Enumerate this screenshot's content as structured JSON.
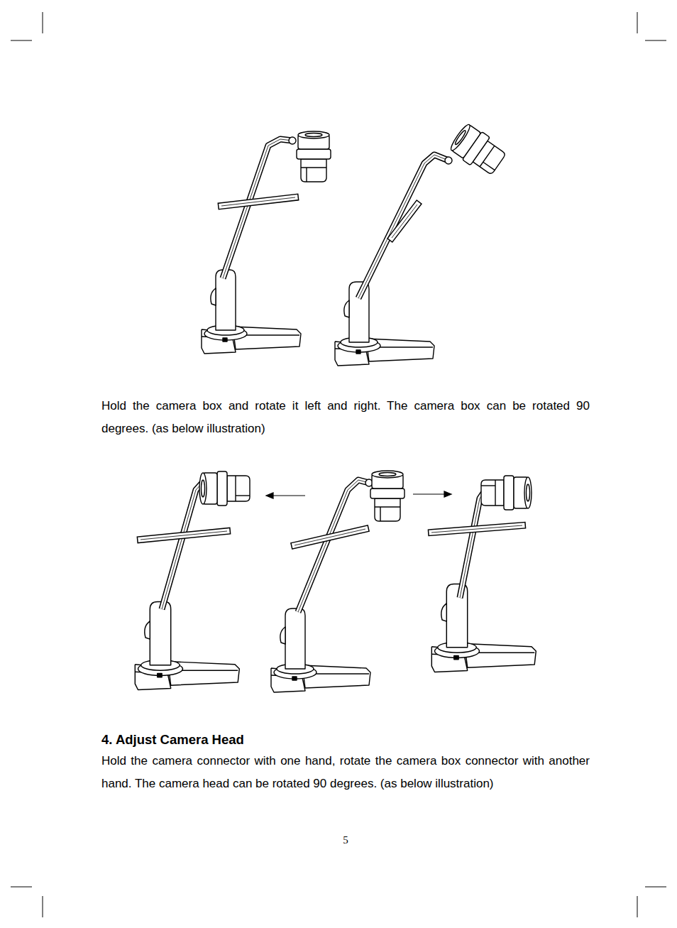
{
  "diagram": {
    "labels": [
      "Hold the camera box and rotate it left and right. The camera box can be rotated 90 degrees. (as below illustration)",
      "4. Adjust Camera Head",
      "Hold the camera connector with one hand, rotate the camera box connector with another hand. The camera head can be rotated 90 degrees. (as below illustration)",
      "5"
    ]
  }
}
